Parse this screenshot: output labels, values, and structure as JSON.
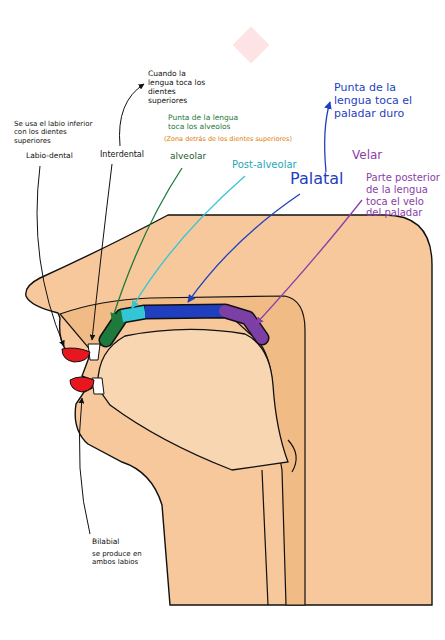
{
  "diagram": {
    "labels": [
      "Cuando la lengua toca los dientes superiores",
      "Se usa el labio inferior con los dientes superiores",
      "Labio-dental",
      "Interdental",
      "Punta de la lengua toca los alveolos",
      "(Zona detrás de los dientes superiores)",
      "alveolar",
      "Post-alveolar",
      "Palatal",
      "Punta de la lengua toca el paladar duro",
      "Velar",
      "Parte posterior de la lengua toca el velo del paladar",
      "Bilabial",
      "se produce en ambos labios"
    ]
  }
}
